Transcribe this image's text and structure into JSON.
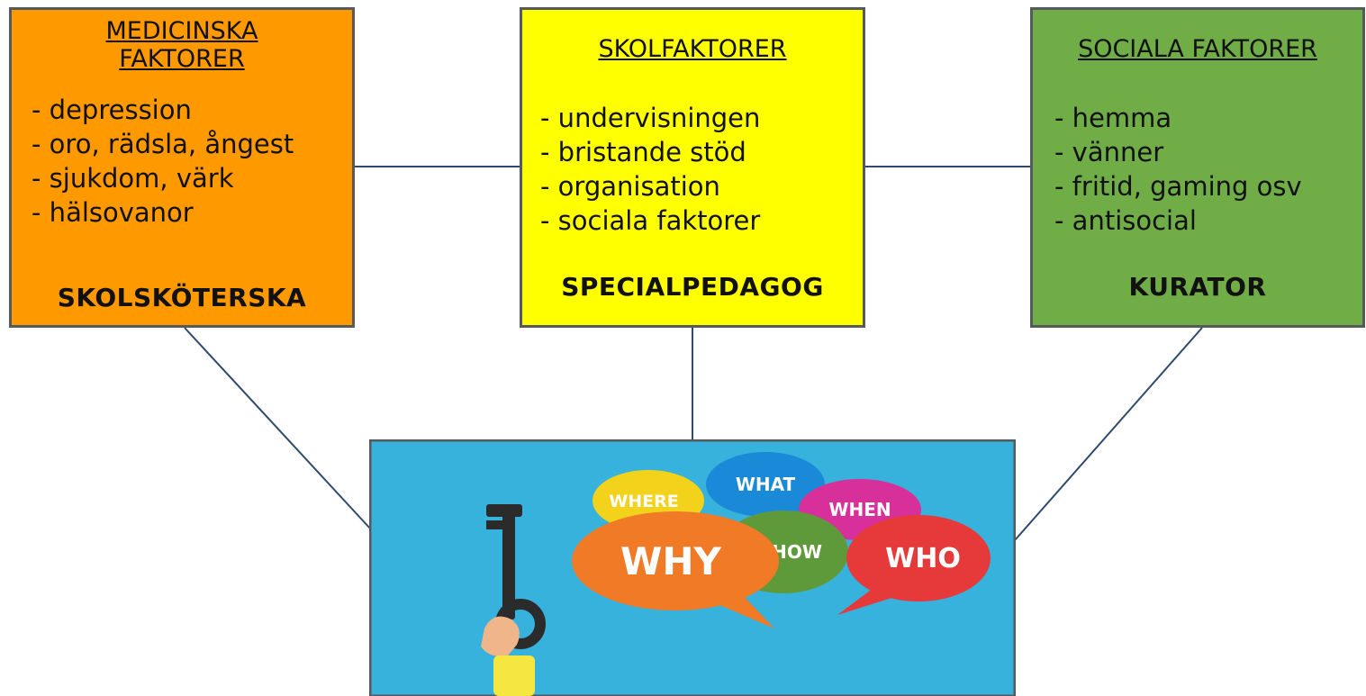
{
  "boxes": {
    "medical": {
      "heading_line1": "MEDICINSKA",
      "heading_line2": "FAKTORER",
      "items": [
        "- depression",
        "- oro, rädsla, ångest",
        "- sjukdom, värk",
        "- hälsovanor"
      ],
      "role": "SKOLSKÖTERSKA",
      "color": "#ff9900"
    },
    "school": {
      "heading": "SKOLFAKTORER",
      "items": [
        "- undervisningen",
        "- bristande stöd",
        "- organisation",
        "- sociala faktorer"
      ],
      "role": "SPECIALPEDAGOG",
      "color": "#ffff00"
    },
    "social": {
      "heading": "SOCIALA FAKTORER",
      "items": [
        "- hemma",
        "- vänner",
        "- fritid, gaming osv",
        "- antisocial"
      ],
      "role": "KURATOR",
      "color": "#70ad47"
    }
  },
  "picture": {
    "background": "#36b2dc",
    "bubbles": [
      {
        "label": "WHERE",
        "color": "#f2d21a"
      },
      {
        "label": "WHAT",
        "color": "#1a8ad8"
      },
      {
        "label": "WHEN",
        "color": "#d8309a"
      },
      {
        "label": "WHY",
        "color": "#f07a26"
      },
      {
        "label": "HOW",
        "color": "#5e9a3a"
      },
      {
        "label": "WHO",
        "color": "#e63a3a"
      }
    ],
    "icon": "key-in-hand-icon"
  }
}
